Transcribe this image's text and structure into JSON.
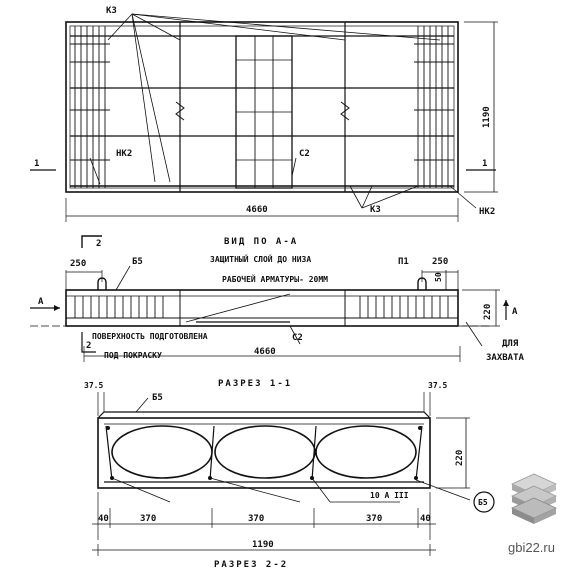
{
  "plan": {
    "labels": {
      "k3_top": "К3",
      "nk2_left": "НК2",
      "c2": "С2",
      "k3_bottom": "К3",
      "nk2_right": "НК2",
      "section_mark": "1",
      "section_mark_right": "1"
    },
    "dims": {
      "length": "4660",
      "height": "1190"
    },
    "section_cut": "2"
  },
  "view_a": {
    "title": "ВИД ПО А-А",
    "labels": {
      "dim_250_left": "250",
      "b5": "Б5",
      "cover_note_1": "ЗАЩИТНЫЙ СЛОЙ ДО НИЗА",
      "cover_note_2": "РАБОЧЕЙ АРМАТУРЫ- 20ММ",
      "p1": "П1",
      "dim_250_right": "250",
      "dim_50": "50",
      "dim_220": "220",
      "a_left": "А",
      "a_right": "А",
      "surface_1": "ПОВЕРХНОСТЬ ПОДГОТОВЛЕНА",
      "surface_2": "ПОД ПОКРАСКУ",
      "c2": "С2",
      "length": "4660",
      "grip_1": "ДЛЯ",
      "grip_2": "ЗАХВАТА",
      "cut_mark": "2"
    }
  },
  "section_1": {
    "title": "РАЗРЕЗ 1-1",
    "labels": {
      "dim_37_left": "37.5",
      "dim_37_right": "37.5",
      "b5": "Б5",
      "height": "220",
      "rebar": "10 А III",
      "circle_mark": "Б5",
      "d40_left": "40",
      "d370_1": "370",
      "d370_2": "370",
      "d370_3": "370",
      "d40_right": "40",
      "total": "1190"
    }
  },
  "section_2": {
    "title": "РАЗРЕЗ 2-2"
  },
  "watermark": {
    "text": "gbi22.ru"
  }
}
